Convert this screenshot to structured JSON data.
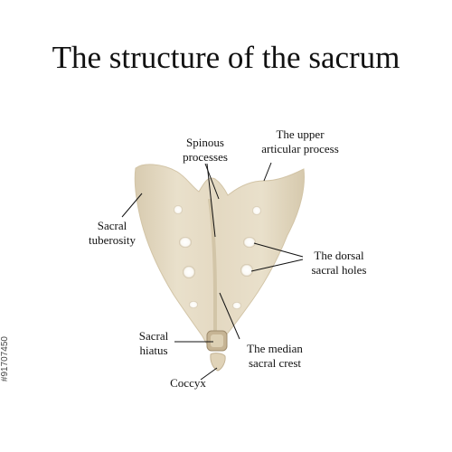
{
  "title": "The structure of the sacrum",
  "labels": {
    "spinous": [
      "Spinous",
      "processes"
    ],
    "upper_articular": [
      "The upper",
      "articular process"
    ],
    "sacral_tuberosity": [
      "Sacral",
      "tuberosity"
    ],
    "dorsal_holes": [
      "The dorsal",
      "sacral holes"
    ],
    "sacral_hiatus": [
      "Sacral",
      "hiatus"
    ],
    "median_crest": [
      "The median",
      "sacral crest"
    ],
    "coccyx": "Coccyx"
  },
  "side_id": "#91707450",
  "colors": {
    "bone": "#e6dcc5",
    "bone_shadow": "#c8b99c",
    "hole": "#ffffff",
    "line": "#111111"
  }
}
